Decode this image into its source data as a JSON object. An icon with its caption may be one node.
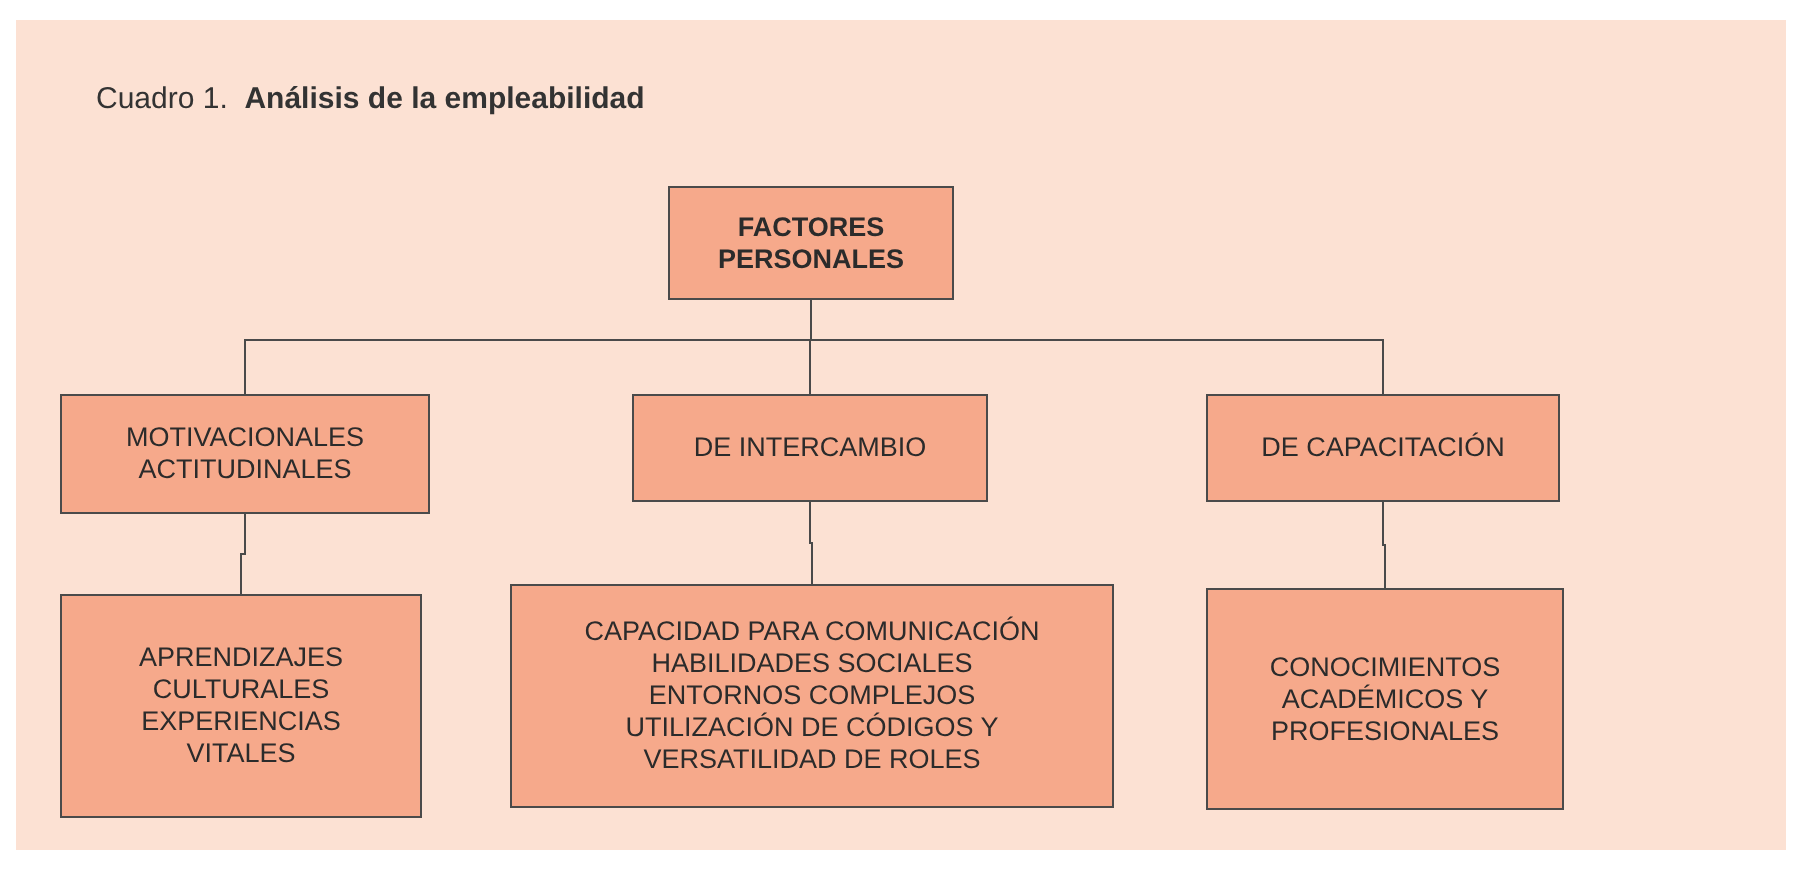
{
  "diagram": {
    "title": "Cuadro 1.  **Análisis de la empleabilidad**",
    "nodes": [
      {
        "text": [
          "FACTORES PERSONALES"
        ]
      },
      {
        "text": [
          "MOTIVACIONALES",
          "ACTITUDINALES"
        ]
      },
      {
        "text": [
          "DE INTERCAMBIO"
        ]
      },
      {
        "text": [
          "DE CAPACITACIÓN"
        ]
      },
      {
        "text": [
          "APRENDIZAJES CULTURALES",
          "EXPERIENCIAS VITALES"
        ]
      },
      {
        "text": [
          "CAPACIDAD PARA COMUNICACIÓN",
          "HABILIDADES SOCIALES",
          "ENTORNOS COMPLEJOS",
          "UTILIZACIÓN DE CÓDIGOS Y VERSATILIDAD DE ROLES"
        ]
      },
      {
        "text": [
          "CONOCIMIENTOS ACADÉMICOS Y PROFESIONALES"
        ]
      }
    ],
    "edges": [
      {
        "from": 0,
        "to": 1,
        "arrow": "none"
      },
      {
        "from": 0,
        "to": 2,
        "arrow": "none"
      },
      {
        "from": 0,
        "to": 3,
        "arrow": "none"
      },
      {
        "from": 1,
        "to": 4,
        "arrow": "none"
      },
      {
        "from": 2,
        "to": 5,
        "arrow": "none"
      },
      {
        "from": 3,
        "to": 6,
        "arrow": "none"
      }
    ]
  }
}
